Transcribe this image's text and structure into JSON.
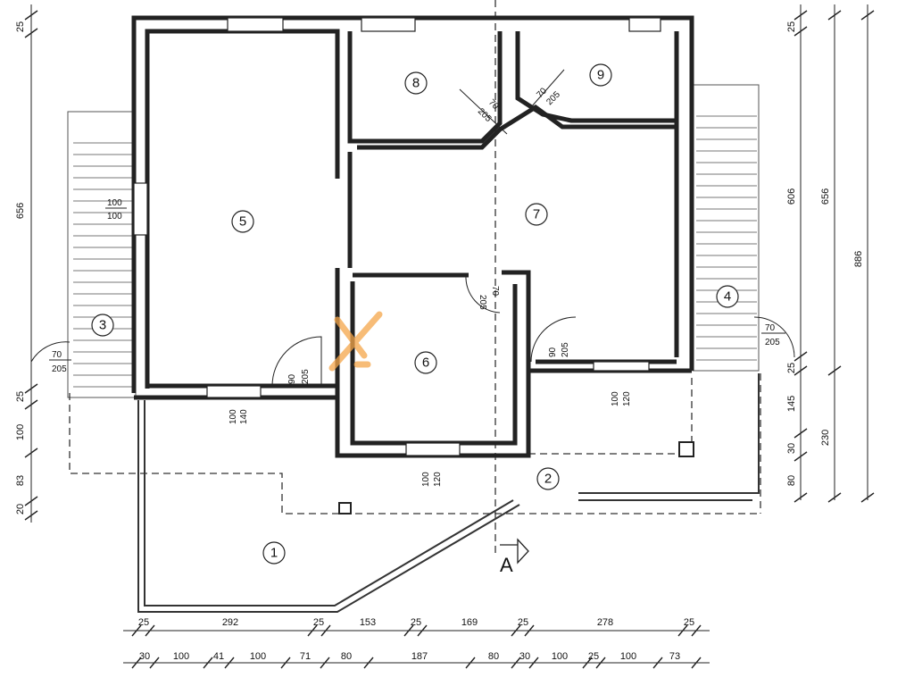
{
  "rooms": [
    "1",
    "2",
    "3",
    "4",
    "5",
    "6",
    "7",
    "8",
    "9"
  ],
  "section_marker": "A",
  "left_dims": [
    "25",
    "656",
    "25",
    "100",
    "83",
    "20"
  ],
  "right_dims": [
    "25",
    "606",
    "656",
    "886",
    "25",
    "145",
    "230",
    "30",
    "80"
  ],
  "bottom_row1": [
    "25",
    "292",
    "25",
    "153",
    "25",
    "169",
    "25",
    "278",
    "25"
  ],
  "bottom_row2": [
    "30",
    "100",
    "41",
    "100",
    "71",
    "80",
    "187",
    "80",
    "30",
    "100",
    "25",
    "100",
    "73"
  ],
  "door_w": "70",
  "door_h": "205",
  "door_90": "90",
  "door_205": "205",
  "win_100_100_top": "100",
  "win_100_100_bot": "100",
  "win_100_140_a": "100",
  "win_100_140_b": "140",
  "win_100_120_a": "100",
  "win_100_120_b": "120",
  "win_100_120c_a": "100",
  "win_100_120c_b": "120",
  "left_door_w": "70",
  "left_door_h": "205",
  "right_door_w": "70",
  "right_door_h": "205",
  "d8_w": "70",
  "d8_h": "205",
  "d9_w": "70",
  "d9_h": "205",
  "d6_w": "70",
  "d6_h": "205",
  "d7_w": "90",
  "d7_h": "205"
}
